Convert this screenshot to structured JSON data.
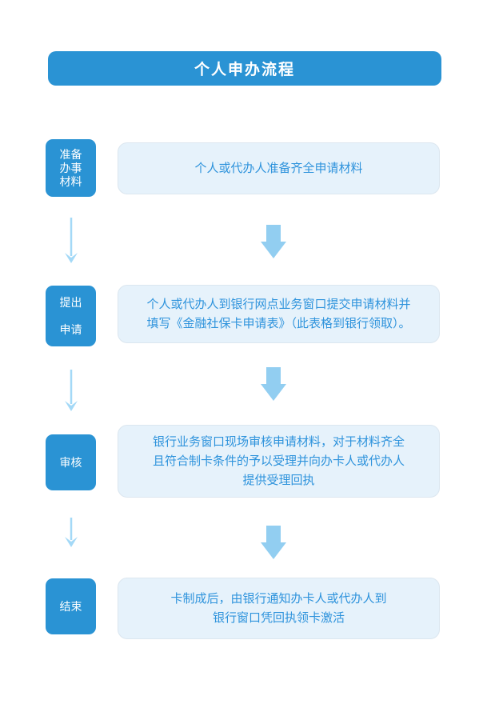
{
  "header": {
    "title": "个人申办流程"
  },
  "steps": [
    {
      "label": "准备办事材料",
      "label_lines": [
        "准备",
        "办事",
        "材料"
      ],
      "description": "个人或代办人准备齐全申请材料",
      "desc_lines": [
        "个人或代办人准备齐全申请材料"
      ]
    },
    {
      "label": "提出申请",
      "label_lines": [
        "提出",
        "申请"
      ],
      "description": "个人或代办人到银行网点业务窗口提交申请材料并填写《金融社保卡申请表》（此表格到银行领取）。",
      "desc_lines": [
        "个人或代办人到银行网点业务窗口提交申请材料并",
        "填写《金融社保卡申请表》（此表格到银行领取）。"
      ]
    },
    {
      "label": "审核",
      "label_lines": [
        "审核"
      ],
      "description": "银行业务窗口现场审核申请材料，对于材料齐全且符合制卡条件的予以受理并向办卡人或代办人提供受理回执",
      "desc_lines": [
        "银行业务窗口现场审核申请材料，对于材料齐全",
        "且符合制卡条件的予以受理并向办卡人或代办人",
        "提供受理回执"
      ]
    },
    {
      "label": "结束",
      "label_lines": [
        "结束"
      ],
      "description": "卡制成后，由银行通知办卡人或代办人到银行窗口凭回执领卡激活",
      "desc_lines": [
        "卡制成后，由银行通知办卡人或代办人到",
        "银行窗口凭回执领卡激活"
      ]
    }
  ],
  "colors": {
    "accent_blue": "#2a93d4",
    "header_text": "#ffffff",
    "desc_box_bg": "#e6f2fb",
    "desc_box_border": "#dbe6ef",
    "desc_text": "#2e93dc",
    "block_arrow": "#92cef1",
    "thin_arrow": "#a4d9f7",
    "page_bg": "#ffffff"
  }
}
